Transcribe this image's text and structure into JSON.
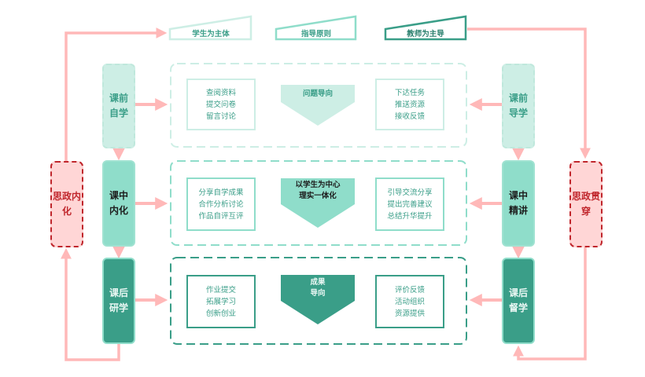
{
  "colors": {
    "light_teal": "#cdeee5",
    "mid_teal": "#8fddca",
    "dark_teal": "#3a9e88",
    "pink_arrow": "#ffb8b8",
    "red": "#c0262c",
    "pink_fill": "#ffd6d6"
  },
  "header": {
    "principles": [
      {
        "label": "学生为主体"
      },
      {
        "label": "指导原则"
      },
      {
        "label": "教师为主导"
      }
    ]
  },
  "ideology": {
    "left": {
      "line1": "思政",
      "line2": "内化"
    },
    "right": {
      "line1": "思政",
      "line2": "贯穿"
    }
  },
  "rows": [
    {
      "student_stage": {
        "line1": "课前",
        "line2": "自学"
      },
      "student_tasks": [
        "查阅资料",
        "提交问卷",
        "留言讨论"
      ],
      "guide": {
        "line1": "问题导向",
        "line2": ""
      },
      "teacher_tasks": [
        "下达任务",
        "推送资源",
        "接收反馈"
      ],
      "teacher_stage": {
        "line1": "课前",
        "line2": "导学"
      }
    },
    {
      "student_stage": {
        "line1": "课中",
        "line2": "内化"
      },
      "student_tasks": [
        "分享自学成果",
        "合作分析讨论",
        "作品自评互评"
      ],
      "guide": {
        "line1": "以学生为中心",
        "line2": "理实一体化"
      },
      "teacher_tasks": [
        "引导交流分享",
        "提出完善建议",
        "总结升华提升"
      ],
      "teacher_stage": {
        "line1": "课中",
        "line2": "精讲"
      }
    },
    {
      "student_stage": {
        "line1": "课后",
        "line2": "研学"
      },
      "student_tasks": [
        "作业提交",
        "拓展学习",
        "创新创业"
      ],
      "guide": {
        "line1": "成果",
        "line2": "导向"
      },
      "teacher_tasks": [
        "评价反馈",
        "活动组织",
        "资源提供"
      ],
      "teacher_stage": {
        "line1": "课后",
        "line2": "督学"
      }
    }
  ]
}
